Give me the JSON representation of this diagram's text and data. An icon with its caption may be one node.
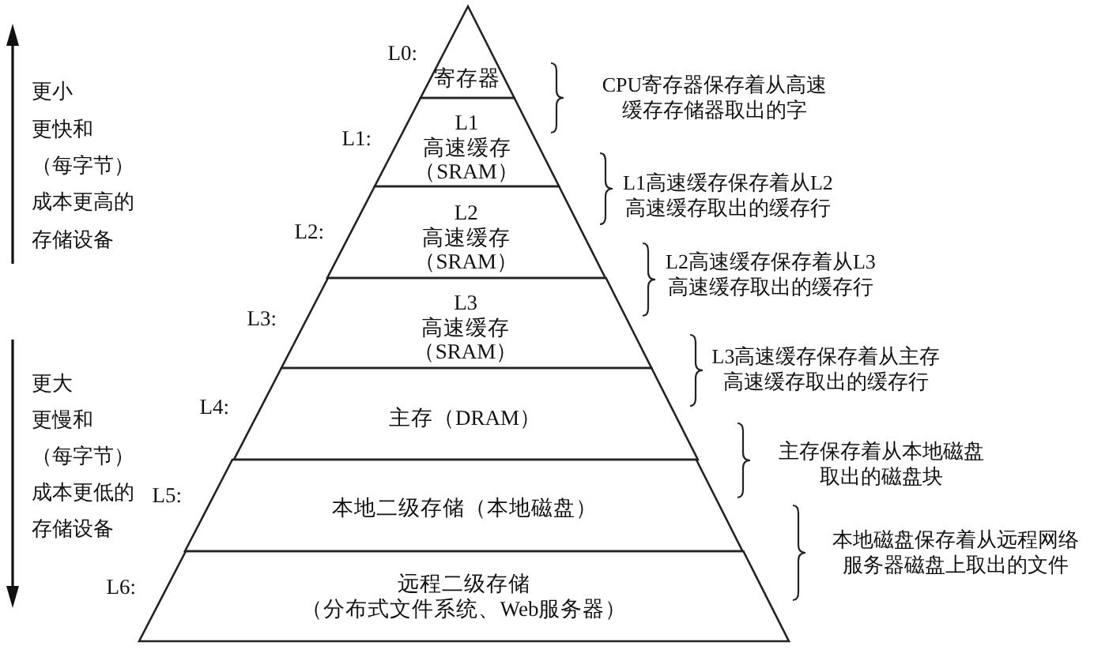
{
  "diagram": {
    "nodes": [
      {
        "text": [
          "寄存器"
        ],
        "beside": [
          "L0:"
        ]
      },
      {
        "text": [
          "L1",
          "高速缓存（SRAM）"
        ],
        "beside": [
          "L1:"
        ]
      },
      {
        "text": [
          "L2",
          "高速缓存（SRAM）"
        ],
        "beside": [
          "L2:"
        ]
      },
      {
        "text": [
          "L3",
          "高速缓存（SRAM）"
        ],
        "beside": [
          "L3:"
        ]
      },
      {
        "text": [
          "主存（DRAM）"
        ],
        "beside": [
          "L4:"
        ]
      },
      {
        "text": [
          "本地二级存储（本地磁盘）"
        ],
        "beside": [
          "L5:"
        ]
      },
      {
        "text": [
          "远程二级存储",
          "（分布式文件系统、Web服务器）"
        ],
        "beside": [
          "L6:"
        ]
      }
    ],
    "labels": [
      "更小",
      "更快和",
      "（每字节）",
      "成本更高的",
      "存储设备",
      "更大",
      "更慢和",
      "（每字节）",
      "成本更低的",
      "存储设备",
      "CPU寄存器保存着从高速缓存存储器取出的字",
      "L1高速缓存保存着从L2高速缓存取出的缓存行",
      "L2高速缓存保存着从L3高速缓存取出的缓存行",
      "L3高速缓存保存着从主存高速缓存取出的缓存行",
      "主存保存着从本地磁盘取出的磁盘块",
      "本地磁盘保存着从远程网络服务器磁盘上取出的文件"
    ]
  }
}
